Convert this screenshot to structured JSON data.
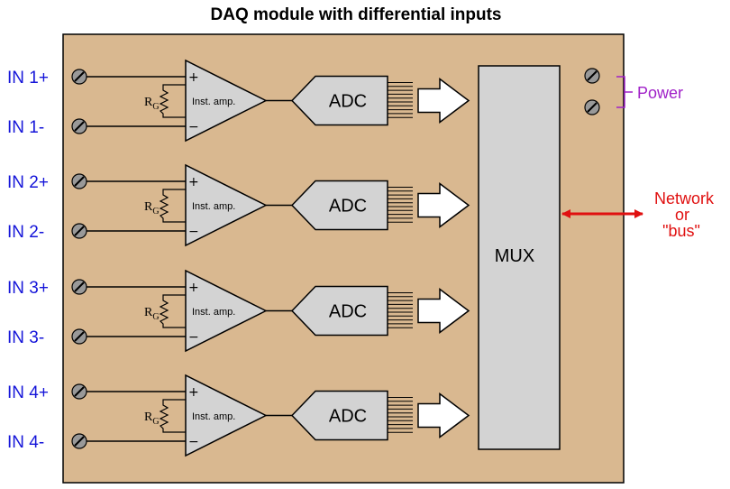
{
  "title": "DAQ module with differential inputs",
  "colors": {
    "board_fill": "#d9b890",
    "block_fill": "#d3d3d3",
    "input_labels": "#1515d9",
    "power": "#a020c8",
    "network": "#e01010"
  },
  "channels": [
    {
      "pos_label": "IN 1+",
      "neg_label": "IN 1-",
      "amp_label": "Inst. amp.",
      "plus": "+",
      "minus": "−",
      "rg_main": "R",
      "rg_sub": "G",
      "adc_label": "ADC"
    },
    {
      "pos_label": "IN 2+",
      "neg_label": "IN 2-",
      "amp_label": "Inst. amp.",
      "plus": "+",
      "minus": "−",
      "rg_main": "R",
      "rg_sub": "G",
      "adc_label": "ADC"
    },
    {
      "pos_label": "IN 3+",
      "neg_label": "IN 3-",
      "amp_label": "Inst. amp.",
      "plus": "+",
      "minus": "−",
      "rg_main": "R",
      "rg_sub": "G",
      "adc_label": "ADC"
    },
    {
      "pos_label": "IN 4+",
      "neg_label": "IN 4-",
      "amp_label": "Inst. amp.",
      "plus": "+",
      "minus": "−",
      "rg_main": "R",
      "rg_sub": "G",
      "adc_label": "ADC"
    }
  ],
  "mux_label": "MUX",
  "power_label": "Power",
  "network_label": [
    "Network",
    "or",
    "\"bus\""
  ]
}
